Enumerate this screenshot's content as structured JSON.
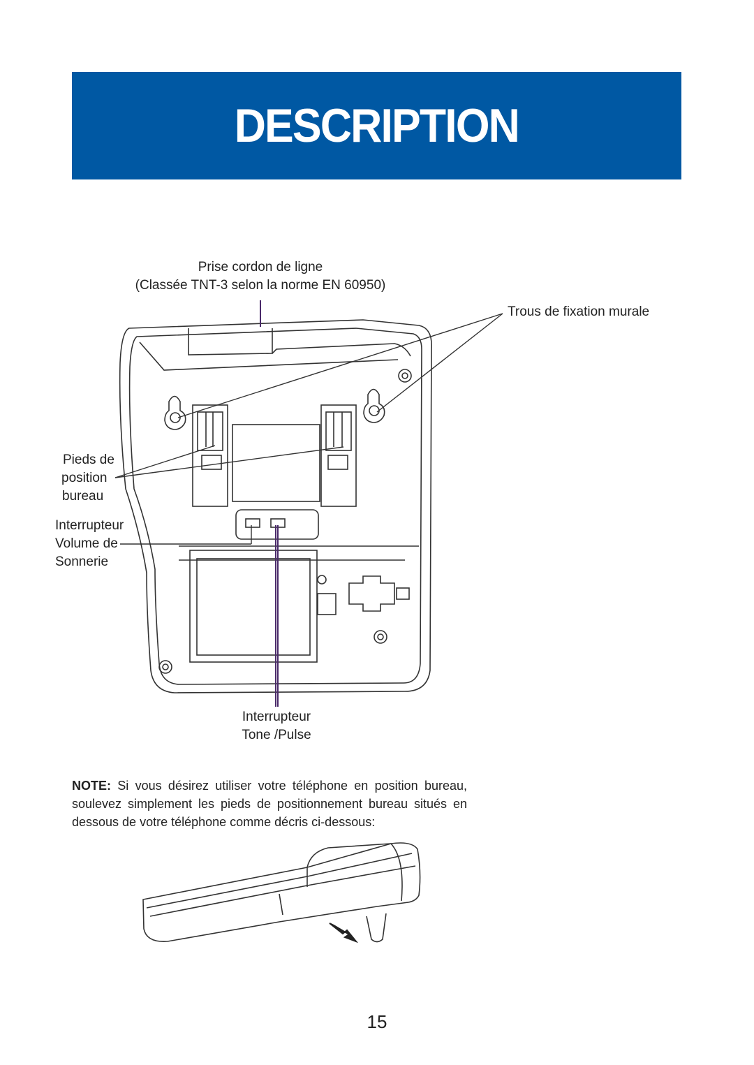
{
  "header": {
    "title": "DESCRIPTION"
  },
  "labels": {
    "line_cord_1": "Prise cordon de ligne",
    "line_cord_2": "(Classée TNT-3 selon la norme EN 60950)",
    "wall_holes": "Trous de fixation murale",
    "feet_1": "Pieds de",
    "feet_2": "position",
    "feet_3": "bureau",
    "ringer_1": "Interrupteur",
    "ringer_2": "Volume de",
    "ringer_3": "Sonnerie",
    "tone_1": "Interrupteur",
    "tone_2": "Tone /Pulse"
  },
  "note": {
    "prefix": "NOTE:",
    "text": " Si vous désirez utiliser votre téléphone en position bureau, soulevez simplement les pieds de positionnement bureau situés en dessous de votre téléphone comme décris ci-dessous:"
  },
  "page_number": "15",
  "colors": {
    "banner": "#0058a3",
    "line": "#333333",
    "accent_line": "#4a2a6a"
  }
}
